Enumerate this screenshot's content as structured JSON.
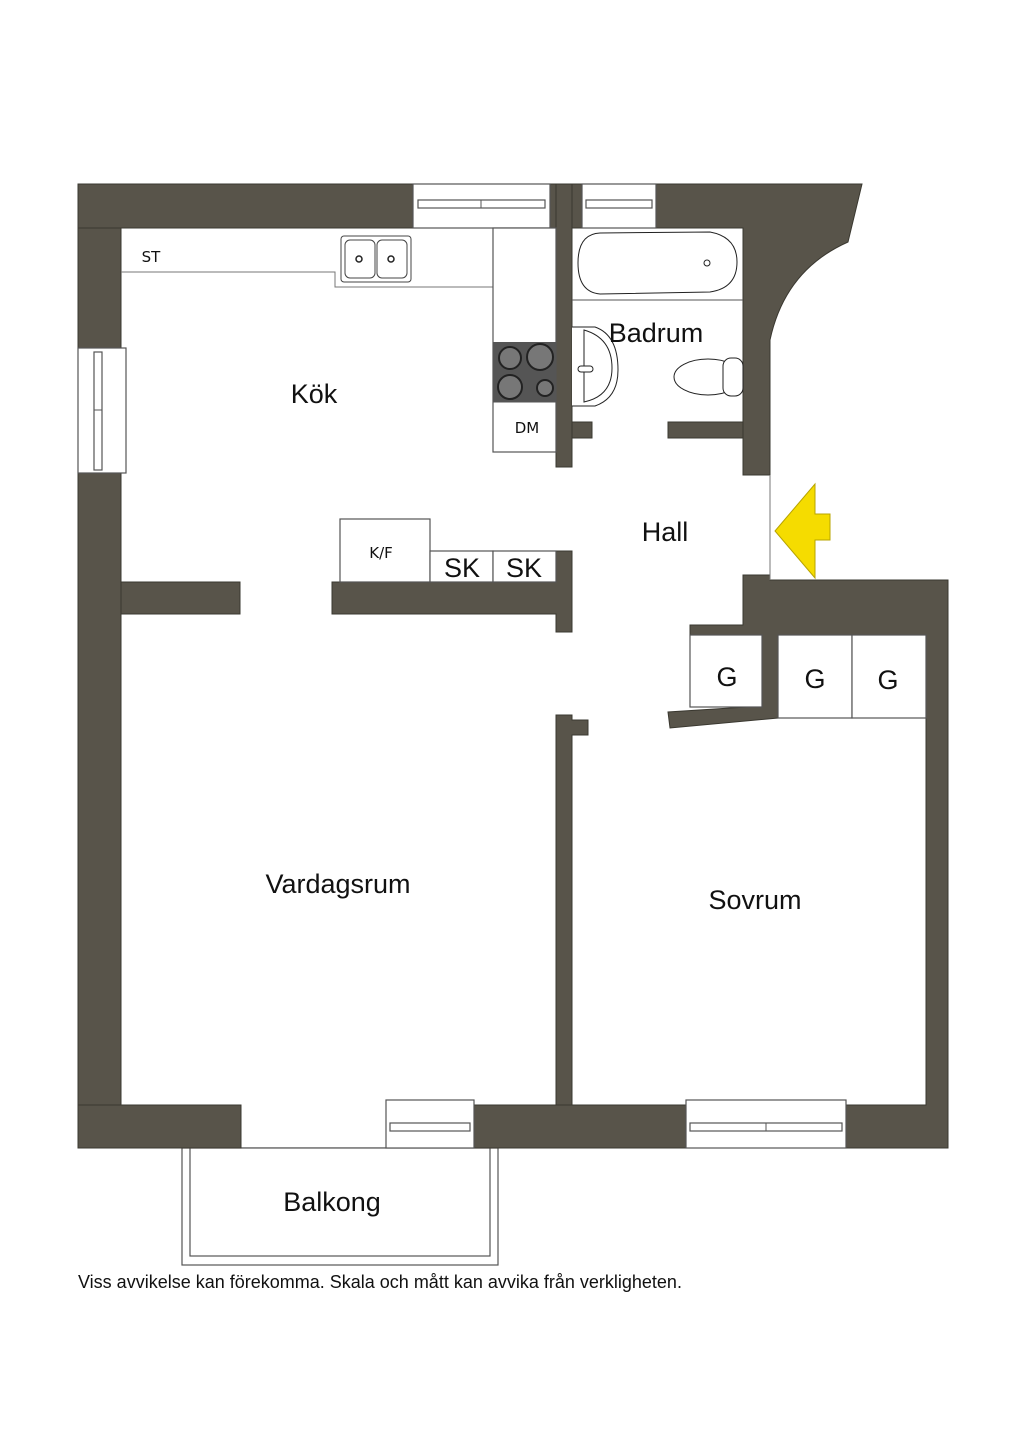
{
  "rooms": {
    "kitchen": "Kök",
    "bathroom": "Badrum",
    "hall": "Hall",
    "living_room": "Vardagsrum",
    "bedroom": "Sovrum",
    "balcony": "Balkong"
  },
  "fixtures": {
    "counter": "ST",
    "dishwasher": "DM",
    "fridge_freezer": "K/F",
    "cabinet_1": "SK",
    "cabinet_2": "SK",
    "wardrobe_1": "G",
    "wardrobe_2": "G",
    "wardrobe_3": "G"
  },
  "colors": {
    "wall": "#58544a",
    "entrance_arrow": "#f5dc00"
  },
  "footer": "Viss avvikelse kan förekomma. Skala och mått kan avvika från verkligheten."
}
